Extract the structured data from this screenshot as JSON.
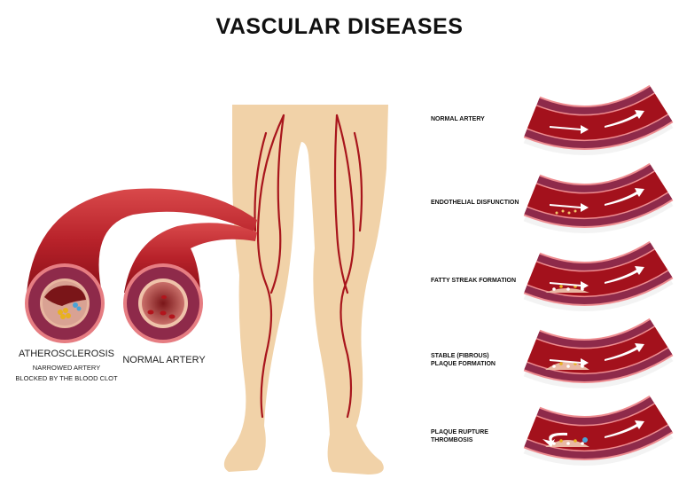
{
  "title": "VASCULAR DISEASES",
  "cross_sections": {
    "atherosclerosis": {
      "title": "ATHEROSCLEROSIS",
      "line1": "NARROWED ARTERY",
      "line2": "BLOCKED BY THE BLOOD CLOT"
    },
    "normal": {
      "title": "NORMAL ARTERY"
    }
  },
  "stages": [
    {
      "label": "NORMAL ARTERY"
    },
    {
      "label": "ENDOTHELIAL DISFUNCTION"
    },
    {
      "label": "FATTY STREAK FORMATION"
    },
    {
      "label": "STABLE (FIBROUS) PLAQUE FORMATION"
    },
    {
      "label": "PLAQUE RUPTURE THROMBOSIS"
    }
  ],
  "colors": {
    "blood": "#a3111c",
    "wall": "#8e2a4a",
    "intima": "#ee8c90",
    "skin": "#f1d2a8",
    "vein": "#a8151c"
  }
}
